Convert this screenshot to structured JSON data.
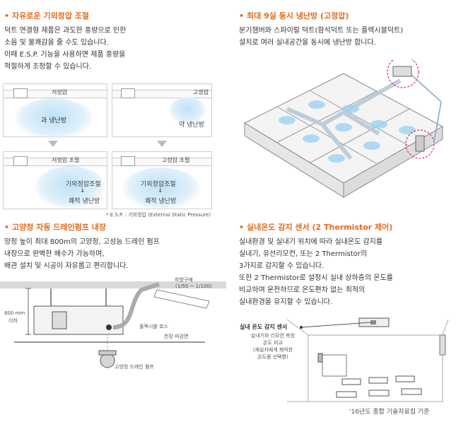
{
  "sections": {
    "esp": {
      "title": "자유로운 기외정압 조절",
      "lines": [
        "덕트 연결형 제품은 과도한 풍량으로 인한",
        "소음 및 불쾌감을 줄 수도 있습니다.",
        "이때 E.S.P. 기능을 사용하면 제품 풍량을",
        "적절하게 조정할 수 있습니다."
      ],
      "panels": {
        "top_left_label": "저정압",
        "top_left_cloud": "과 냉난방",
        "top_right_label": "고정압",
        "top_right_cloud": "약 냉난방",
        "bottom_left_label": "저정압 조절",
        "bottom_left_cloud_1": "기외정압조절",
        "bottom_left_cloud_2": "쾌적 냉난방",
        "bottom_right_label": "고정압 조절",
        "bottom_right_cloud_1": "기외정압조절",
        "bottom_right_cloud_2": "쾌적 냉난방",
        "arrow_glyph": "↓"
      },
      "footnote": "* E.S.P. : 기외정압 (External Static Pressure)"
    },
    "nine_rooms": {
      "title": "최대 9실 동시 냉난방 (고정압)",
      "lines": [
        "분기챔버와 스파이럴 덕트(함석덕트 또는 플렉시블덕트)",
        "설치로 여러 실내공간을 동시에 냉난방 합니다."
      ]
    },
    "drain": {
      "title": "고양정 자동 드레인펌프 내장",
      "lines": [
        "양정 높이 최대 800m의 고양정, 고성능 드레인 펌프",
        "내장으로 완벽한 배수가 가능하며,",
        "배관 설치 및 시공이 자유롭고 편리합니다."
      ],
      "slope_label_1": "하향구배",
      "slope_label_2": "(1/50 ~ 1/100)",
      "height_label_1": "800 mm",
      "height_label_2": "이하",
      "hose_label": "플렉시블 호스",
      "ceiling_label": "천장 마감면",
      "pump_label": "고양정 드레인 펌프"
    },
    "sensor": {
      "title": "실내온도 감지 센서 (2 Thermistor 제어)",
      "lines": [
        "실내환경 및 실내기 위치에 따라 실내온도 감지를",
        "실내기, 유선리모컨, 또는 2 Thermistor의",
        "3가지로 감지할 수 있습니다.",
        "또한 2 Thermistor로 설정시 실내 상하층의 온도를",
        "비교하여 운전하므로 온도편차 없는 최적의",
        "실내환경을 유지할 수 있습니다."
      ],
      "sensor_title": "실내 온도 감지 센서",
      "sensor_desc": [
        "실내기와 리모컨 측정",
        "온도 비교",
        "(재실자에게 쾌적한",
        "온도를 선택함)"
      ]
    }
  },
  "source_note": "'16년도 종합 기술자료집 기준",
  "colors": {
    "accent": "#e06b1e",
    "air": "#bfe2f7",
    "highlight": "#d6336c"
  }
}
